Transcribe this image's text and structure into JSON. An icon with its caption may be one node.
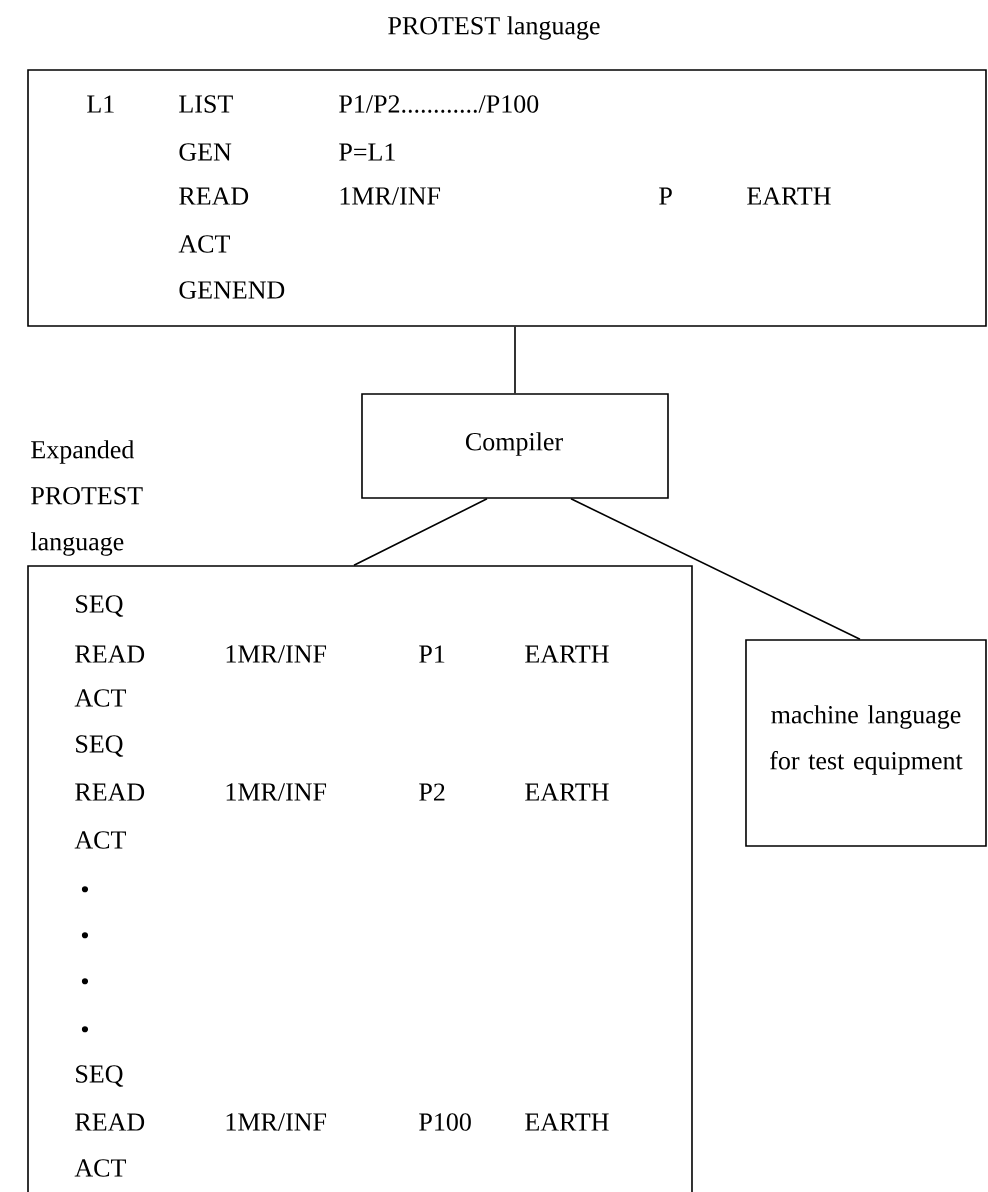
{
  "diagram": {
    "nodes": [
      {
        "text": [
          "PROTEST language",
          "L1",
          "LIST",
          "P1/P2............/P100",
          "GEN",
          "P=L1",
          "READ",
          "1MR/INF",
          "P",
          "EARTH",
          "ACT",
          "GENEND"
        ]
      },
      {
        "text": [
          "Compiler"
        ]
      },
      {
        "text": [
          "Expanded PROTEST language",
          "SEQ",
          "READ",
          "1MR/INF",
          "P1",
          "EARTH",
          "ACT",
          "SEQ",
          "READ",
          "1MR/INF",
          "P2",
          "EARTH",
          "ACT",
          "•",
          "•",
          "•",
          "•",
          "SEQ",
          "READ",
          "1MR/INF",
          "P100",
          "EARTH",
          "ACT"
        ]
      },
      {
        "text": [
          "machine language for test equipment"
        ]
      }
    ],
    "edges": [
      {
        "from": 0,
        "to": 1,
        "arrow": "none"
      },
      {
        "from": 1,
        "to": 2,
        "arrow": "none"
      },
      {
        "from": 1,
        "to": 3,
        "arrow": "none"
      }
    ]
  }
}
